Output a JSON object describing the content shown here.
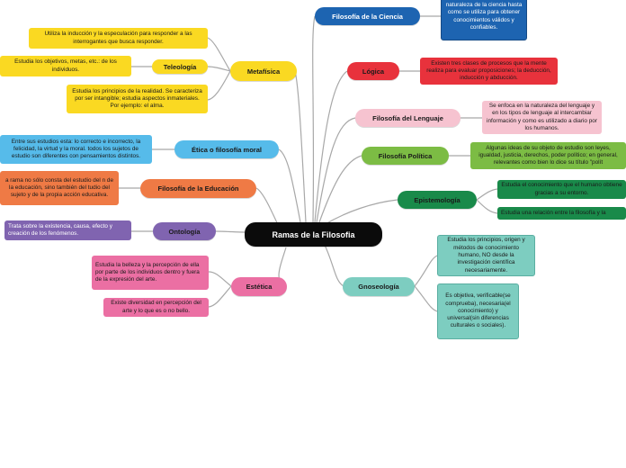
{
  "center": {
    "label": "Ramas de la Filosofia"
  },
  "colors": {
    "yellow": "#fad922",
    "blue": "#1d64b1",
    "red": "#e8323c",
    "pink": "#f6c3d0",
    "green": "#7cbc44",
    "darkgreen": "#198a4a",
    "teal": "#7dcdc0",
    "orange": "#ef7a45",
    "lightblue": "#56bbea",
    "purple": "#8064b0",
    "magenta": "#eb6fa3"
  },
  "branches": {
    "metafisica": {
      "label": "Metafísica",
      "note_induccion": "Utiliza la inducción y la especulación para responder a las interrogantes que busca responder.",
      "note_principios": "Estudia los principios de la realidad. Se caracteriza por ser intangible; estudia aspectos inmateriales. Por ejemplo: el alma.",
      "teleologia": {
        "label": "Teleología",
        "note": "Estudia los objetivos, metas, etc.: de los individuos."
      }
    },
    "etica": {
      "label": "Ética o filosofía moral",
      "note": "Entre sus estudios esta: lo correcto e incorrecto, la felicidad, la virtud y la moral. todos los sujetos de estudio son diferentes con pensamientos distintos."
    },
    "educacion": {
      "label": "Filosofía de la Educación",
      "note": "a rama no sólo consta del estudio del n de la educación, sino también del tudio del sujeto y de la propia acción educativa."
    },
    "ontologia": {
      "label": "Ontología",
      "note": "Trata sobre la existencia, causa, efecto y creación de los fenómenos."
    },
    "estetica": {
      "label": "Estética",
      "note_belleza": "Estudia la belleza y la percepción de ella por parte de los individuos dentro y fuera de la expresión del arte.",
      "note_diversidad": "Existe diversidad en percepción del arte y lo que es o no bello."
    },
    "ciencia": {
      "label": "Filosofía de la Ciencia",
      "note": "naturaleza de la ciencia hasta como se utiliza para obtener conocimientos válidos y confiables."
    },
    "logica": {
      "label": "Lógica",
      "note": "Existen tres clases de procesos que la mente realiza para evaluar proposiciones; la deducción, inducción y abducción."
    },
    "lenguaje": {
      "label": "Filosofía del Lenguaje",
      "note": "Se enfoca en la naturaleza del lenguaje y en los tipos de lenguaje al intercambiar información y como es utilizado a diario por los humanos."
    },
    "politica": {
      "label": "Filosofía Política",
      "note": "Algunas ideas de su objeto de estudio son leyes, igualdad, justicia, derechos, poder político; en general, relevantes como bien lo dice su título \"polít"
    },
    "epistemologia": {
      "label": "Epistemología",
      "note_conocimiento": "Estudia el conocimiento que el humano obtiene gracias a su entorno.",
      "note_relacion": "Estudia una relación entre la filosofía y la"
    },
    "gnoseologia": {
      "label": "Gnoseología",
      "note_principios": "Estudia los principios, origen y métodos de conocimiento humano, NO desde la investigación científica necesariamente.",
      "note_objetiva": "Es objetiva, verificable(se comprueba), necesaria(el conocimiento) y universal(sin diferencias culturales o sociales)."
    }
  }
}
